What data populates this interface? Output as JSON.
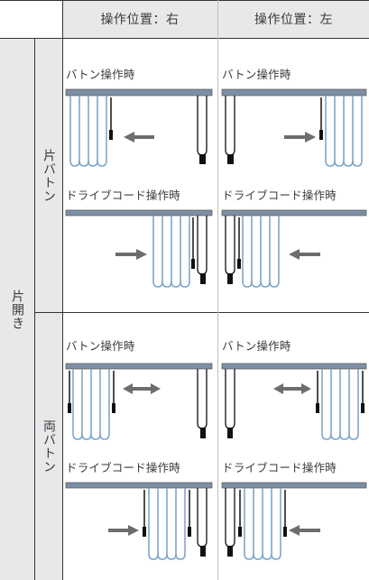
{
  "header": {
    "col_right": "操作位置：右",
    "col_left": "操作位置：左"
  },
  "side": {
    "group": "片開き",
    "row1": "片バトン",
    "row2": "両バトン"
  },
  "labels": {
    "r1a_right": "バトン操作時",
    "r1a_left": "バトン操作時",
    "r1b_right": "ドライブコード操作時",
    "r1b_left": "ドライブコード操作時",
    "r2a_right": "バトン操作時",
    "r2a_left": "バトン操作時",
    "r2b_right": "ドライブコード操作時",
    "r2b_left": "ドライブコード操作時"
  },
  "colors": {
    "header_bg": "#e7e8ea",
    "rail": "#7d8fa6",
    "curtain": "#7fa7cc",
    "wand": "#222222",
    "arrow": "#6d6d6d"
  }
}
